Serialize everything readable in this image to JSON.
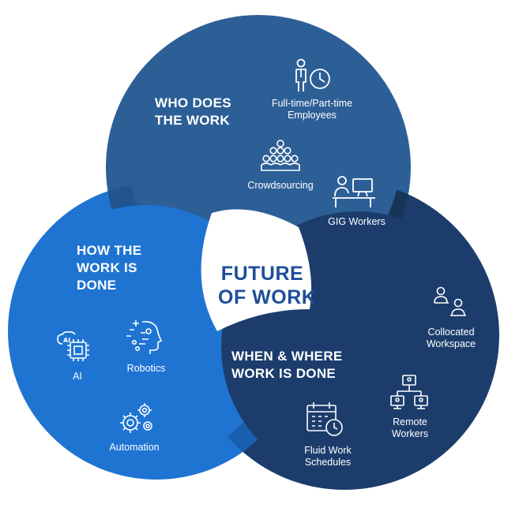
{
  "colors": {
    "top_circle": "#2d5f97",
    "left_circle": "#1f74d2",
    "right_circle": "#1c3d6c",
    "overlap_dark": "#163559",
    "center_text": "#1d4e9a",
    "white": "#ffffff"
  },
  "center": {
    "line1": "FUTURE",
    "line2": "OF WORK"
  },
  "top_circle": {
    "heading_line1": "WHO DOES",
    "heading_line2": "THE WORK",
    "items": [
      {
        "icon": "person-clock-icon",
        "line1": "Full-time/Part-time",
        "line2": "Employees"
      },
      {
        "icon": "crowd-icon",
        "line1": "Crowdsourcing",
        "line2": ""
      },
      {
        "icon": "person-desk-icon",
        "line1": "GIG Workers",
        "line2": ""
      }
    ]
  },
  "left_circle": {
    "heading_line1": "HOW THE",
    "heading_line2": "WORK IS",
    "heading_line3": "DONE",
    "items": [
      {
        "icon": "ai-chip-icon",
        "line1": "AI"
      },
      {
        "icon": "robot-head-icon",
        "line1": "Robotics"
      },
      {
        "icon": "gears-icon",
        "line1": "Automation"
      }
    ]
  },
  "right_circle": {
    "heading_line1": "WHEN & WHERE",
    "heading_line2": "WORK IS DONE",
    "items": [
      {
        "icon": "collocated-people-icon",
        "line1": "Collocated",
        "line2": "Workspace"
      },
      {
        "icon": "network-computers-icon",
        "line1": "Remote",
        "line2": "Workers"
      },
      {
        "icon": "calendar-clock-icon",
        "line1": "Fluid Work",
        "line2": "Schedules"
      }
    ]
  }
}
